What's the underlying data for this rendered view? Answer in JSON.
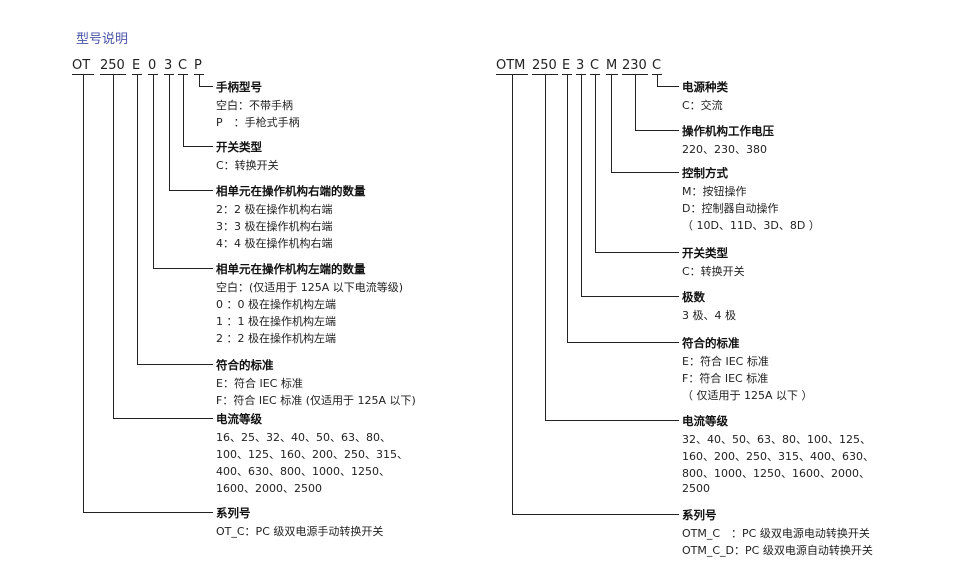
{
  "heading": "型号说明",
  "left": {
    "code_segments": [
      "OT",
      "250",
      "E",
      "0",
      "3",
      "C",
      "P"
    ],
    "fields": [
      {
        "title": "手柄型号",
        "lines": [
          "空白：不带手柄",
          "P　：手枪式手柄"
        ]
      },
      {
        "title": "开关类型",
        "lines": [
          "C：转换开关"
        ]
      },
      {
        "title": "相单元在操作机构右端的数量",
        "lines": [
          "2：2 极在操作机构右端",
          "3：3 极在操作机构右端",
          "4：4 极在操作机构右端"
        ]
      },
      {
        "title": "相单元在操作机构左端的数量",
        "lines": [
          "空白：(仅适用于 125A 以下电流等级)",
          "0 ：0 极在操作机构左端",
          "1 ：1 极在操作机构左端",
          "2 ：2 极在操作机构左端"
        ]
      },
      {
        "title": "符合的标准",
        "lines": [
          "E：符合 IEC 标准",
          "F：符合 IEC 标准 (仅适用于 125A 以下)"
        ]
      },
      {
        "title": "电流等级",
        "lines": [
          "16、25、32、40、50、63、80、",
          "100、125、160、200、250、315、",
          "400、630、800、1000、1250、",
          "1600、2000、2500"
        ]
      },
      {
        "title": "系列号",
        "lines": [
          "OT_C：PC 级双电源手动转换开关"
        ]
      }
    ]
  },
  "right": {
    "code_segments": [
      "OTM",
      "250",
      "E",
      "3",
      "C",
      "M",
      "230",
      "C"
    ],
    "fields": [
      {
        "title": "电源种类",
        "lines": [
          "C：交流"
        ]
      },
      {
        "title": "操作机构工作电压",
        "lines": [
          "220、230、380"
        ]
      },
      {
        "title": "控制方式",
        "lines": [
          "M：按钮操作",
          "D：控制器自动操作",
          "（ 10D、11D、3D、8D ）"
        ]
      },
      {
        "title": "开关类型",
        "lines": [
          "C：转换开关"
        ]
      },
      {
        "title": "极数",
        "lines": [
          "3 极、4 极"
        ]
      },
      {
        "title": "符合的标准",
        "lines": [
          "E：符合 IEC 标准",
          "F：符合 IEC 标准",
          "（ 仅适用于 125A 以下 ）"
        ]
      },
      {
        "title": "电流等级",
        "lines": [
          "32、40、50、63、80、100、125、",
          "160、200、250、315、400、630、",
          "800、1000、1250、1600、2000、",
          "2500"
        ]
      },
      {
        "title": "系列号",
        "lines": [
          "OTM_C　：PC 级双电源电动转换开关",
          "OTM_C_D：PC 级双电源自动转换开关"
        ]
      }
    ]
  }
}
